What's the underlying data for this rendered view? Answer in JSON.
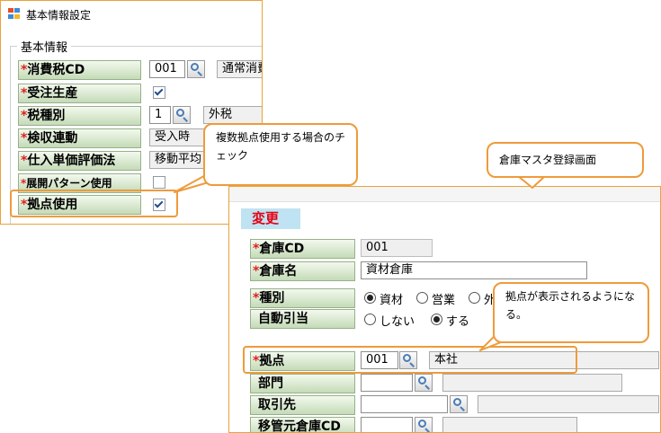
{
  "window1": {
    "title": "基本情報設定",
    "group_label": "基本情報",
    "required_mark": "*",
    "rows": {
      "tax_cd": {
        "label": "消費税CD",
        "code": "001",
        "value": "通常消費"
      },
      "order_production": {
        "label": "受注生産",
        "checked": true
      },
      "tax_type": {
        "label": "税種別",
        "code": "1",
        "value": "外税"
      },
      "inspection_link": {
        "label": "検収連動",
        "value": "受入時"
      },
      "unit_price_eval": {
        "label": "仕入単価評価法",
        "value": "移動平均"
      },
      "expansion_pattern": {
        "label": "展開パターン使用",
        "checked": false
      },
      "site_usage": {
        "label": "拠点使用",
        "checked": true
      }
    }
  },
  "window2": {
    "mode": "変更",
    "required_mark": "*",
    "warehouse_cd": {
      "label": "倉庫CD",
      "value": "001"
    },
    "warehouse_name": {
      "label": "倉庫名",
      "value": "資材倉庫"
    },
    "type": {
      "label": "種別",
      "options": [
        "資材",
        "営業",
        "外"
      ],
      "selected": "資材"
    },
    "auto_allocation": {
      "label": "自動引当",
      "options": [
        "しない",
        "する"
      ],
      "selected": "する"
    },
    "site": {
      "label": "拠点",
      "code": "001",
      "name": "本社"
    },
    "department": {
      "label": "部門",
      "code": "",
      "name": ""
    },
    "supplier": {
      "label": "取引先",
      "code": "",
      "name": ""
    },
    "transfer_warehouse": {
      "label": "移管元倉庫CD",
      "code": "",
      "name": ""
    }
  },
  "callouts": {
    "multi_site_check": "複数拠点使用する場合のチェック",
    "warehouse_master_screen": "倉庫マスタ登録画面",
    "site_displayed": "拠点が表示されるようになる。"
  },
  "colors": {
    "highlight_border": "#ee9b3b",
    "label_gradient_top": "#f3f9ee",
    "label_gradient_bottom": "#c4dbb7",
    "required_mark": "#e02020",
    "mode_badge_bg": "#bfe3f2",
    "mode_badge_text": "#e60012"
  }
}
